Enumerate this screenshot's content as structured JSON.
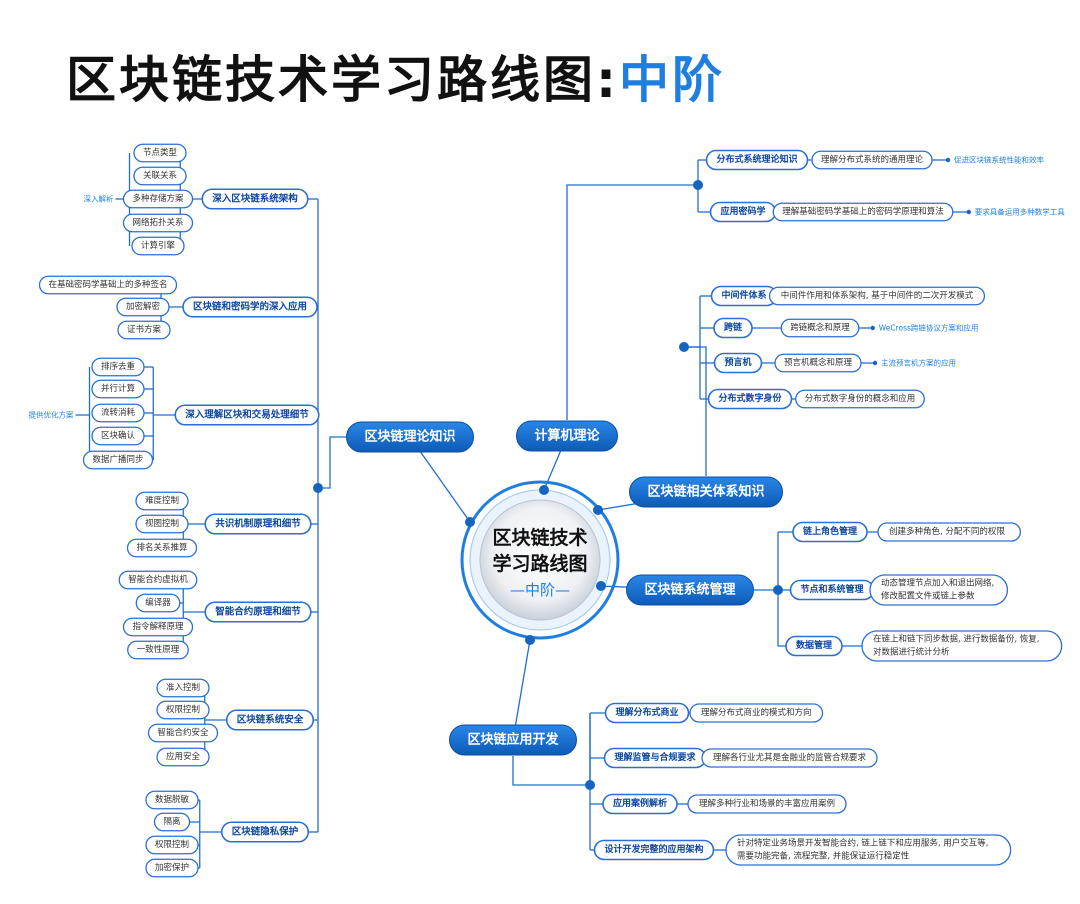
{
  "title": {
    "main": "区块链技术学习路线图:",
    "accent": "中阶"
  },
  "center": {
    "line1": "区块链技术",
    "line2": "学习路线图",
    "sub": "—中阶—"
  },
  "branches": {
    "theory": "区块链理论知识",
    "cs": "计算机理论",
    "related": "区块链相关体系知识",
    "mgmt": "区块链系统管理",
    "dev": "区块链应用开发"
  },
  "theory_topics": [
    {
      "label": "深入区块链系统架构",
      "note": "深入解析",
      "leaves": [
        "节点类型",
        "关联关系",
        "多种存储方案",
        "网络拓扑关系",
        "计算引擎"
      ]
    },
    {
      "label": "区块链和密码学的深入应用",
      "note": "",
      "leaves": [
        "在基础密码学基础上的多种签名",
        "加密解密",
        "证书方案"
      ]
    },
    {
      "label": "深入理解区块和交易处理细节",
      "note": "提供优化方案",
      "leaves": [
        "排序去重",
        "并行计算",
        "流转消耗",
        "区块确认",
        "数据广播同步"
      ]
    },
    {
      "label": "共识机制原理和细节",
      "note": "",
      "leaves": [
        "难度控制",
        "视图控制",
        "排名关系推算"
      ]
    },
    {
      "label": "智能合约原理和细节",
      "note": "",
      "leaves": [
        "智能合约虚拟机",
        "编译器",
        "指令解释原理",
        "一致性原理"
      ]
    },
    {
      "label": "区块链系统安全",
      "note": "",
      "leaves": [
        "准入控制",
        "权限控制",
        "智能合约安全",
        "应用安全"
      ]
    },
    {
      "label": "区块链隐私保护",
      "note": "",
      "leaves": [
        "数据脱敏",
        "隔离",
        "权限控制",
        "加密保护"
      ]
    }
  ],
  "cs_topics": [
    {
      "label": "分布式系统理论知识",
      "detail": "理解分布式系统的通用理论",
      "note": "促进区块链系统性能和效率"
    },
    {
      "label": "应用密码学",
      "detail": "理解基础密码学基础上的密码学原理和算法",
      "note": "要求具备运用多种数学工具"
    }
  ],
  "related_topics": [
    {
      "label": "中间件体系",
      "detail": "中间件作用和体系架构, 基于中间件的二次开发模式",
      "note": ""
    },
    {
      "label": "跨链",
      "detail": "跨链概念和原理",
      "note": "WeCross跨链协议方案和应用"
    },
    {
      "label": "预言机",
      "detail": "预言机概念和原理",
      "note": "主流预言机方案的应用"
    },
    {
      "label": "分布式数字身份",
      "detail": "分布式数字身份的概念和应用",
      "note": ""
    }
  ],
  "mgmt_topics": [
    {
      "label": "链上角色管理",
      "detail": [
        "创建多种角色, 分配不同的权限"
      ]
    },
    {
      "label": "节点和系统管理",
      "detail": [
        "动态管理节点加入和退出网络,",
        "修改配置文件或链上参数"
      ]
    },
    {
      "label": "数据管理",
      "detail": [
        "在链上和链下同步数据, 进行数据备份, 恢复,",
        "对数据进行统计分析"
      ]
    }
  ],
  "dev_topics": [
    {
      "label": "理解分布式商业",
      "detail": [
        "理解分布式商业的模式和方向"
      ]
    },
    {
      "label": "理解监管与合规要求",
      "detail": [
        "理解各行业尤其是金融业的监管合规要求"
      ]
    },
    {
      "label": "应用案例解析",
      "detail": [
        "理解多种行业和场景的丰富应用案例"
      ]
    },
    {
      "label": "设计开发完整的应用架构",
      "detail": [
        "针对特定业务场景开发智能合约, 链上链下和应用服务, 用户交互等,",
        "需要功能完备, 流程完整, 并能保证运行稳定性"
      ]
    }
  ],
  "colors": {
    "accent": "#1f7fe0",
    "node_fill": "#1565c0",
    "pill_border": "#2a6fd6",
    "line": "#1f6fd1",
    "note": "#1f7fe0"
  }
}
